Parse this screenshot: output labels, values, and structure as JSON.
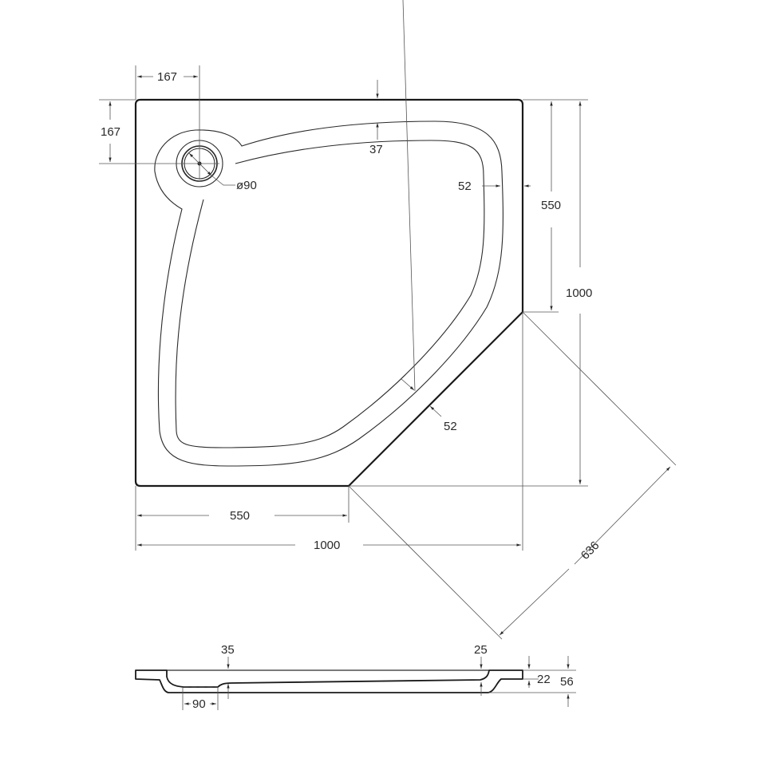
{
  "drawing": {
    "title": "Pentagonal shower tray technical drawing",
    "colors": {
      "line": "#1a1a1a",
      "dimension": "#555555",
      "background": "#ffffff"
    },
    "plan_view": {
      "dimensions": {
        "drain_offset_x": "167",
        "drain_offset_y": "167",
        "drain_diameter": "ø90",
        "rim_top": "37",
        "rim_right": "52",
        "rim_diagonal": "52",
        "side_right": "550",
        "height_total": "1000",
        "side_bottom": "550",
        "width_total": "1000",
        "diagonal": "636"
      }
    },
    "section_view": {
      "dimensions": {
        "depth_left": "35",
        "depth_right": "25",
        "flange": "22",
        "total_height": "56",
        "drain_width": "90"
      }
    }
  }
}
